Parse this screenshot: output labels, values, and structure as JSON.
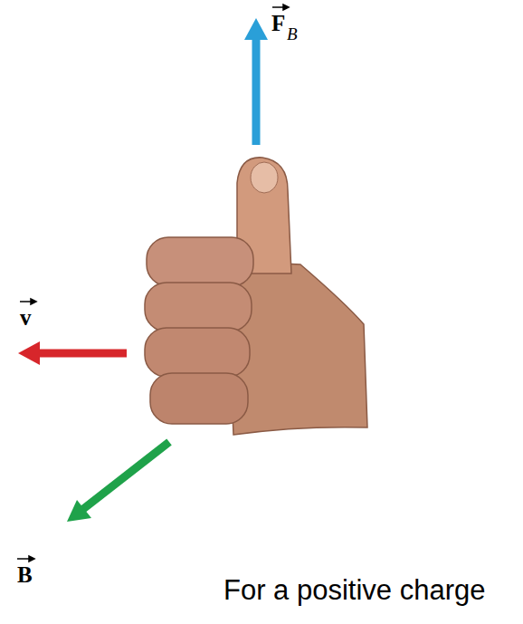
{
  "diagram": {
    "caption": "For a positive charge",
    "labels": [
      "F",
      "B",
      "v",
      "B"
    ]
  }
}
